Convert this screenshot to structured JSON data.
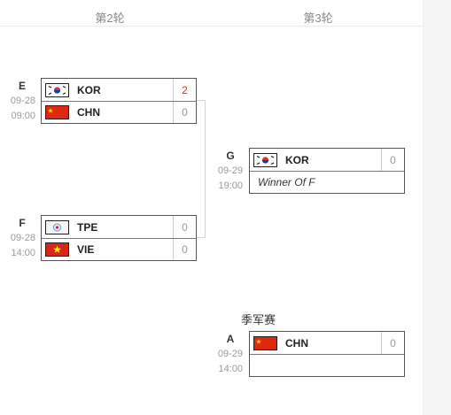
{
  "rounds": [
    {
      "label": "第2轮"
    },
    {
      "label": "第3轮"
    }
  ],
  "matches": {
    "E": {
      "id": "E",
      "date": "09-28",
      "time": "09:00",
      "teams": [
        {
          "name": "KOR",
          "flag": "kor-flag",
          "score": "2",
          "winner": true
        },
        {
          "name": "CHN",
          "flag": "chn-flag",
          "score": "0",
          "winner": false
        }
      ]
    },
    "F": {
      "id": "F",
      "date": "09-28",
      "time": "14:00",
      "teams": [
        {
          "name": "TPE",
          "flag": "tpe-flag",
          "score": "0",
          "winner": false
        },
        {
          "name": "VIE",
          "flag": "vie-flag",
          "score": "0",
          "winner": false
        }
      ]
    },
    "G": {
      "id": "G",
      "date": "09-29",
      "time": "19:00",
      "teams": [
        {
          "name": "KOR",
          "flag": "kor-flag",
          "score": "0",
          "winner": false
        },
        {
          "placeholder": "Winner Of F"
        }
      ]
    },
    "A": {
      "id": "A",
      "date": "09-29",
      "time": "14:00",
      "title": "季军赛",
      "teams": [
        {
          "name": "CHN",
          "flag": "chn-flag",
          "score": "0",
          "winner": false
        },
        {
          "placeholder": ""
        }
      ]
    }
  },
  "colors": {
    "winning_score": "#c0392b",
    "score": "#999999",
    "box_border": "#555555",
    "connector": "#d4d4d4"
  }
}
